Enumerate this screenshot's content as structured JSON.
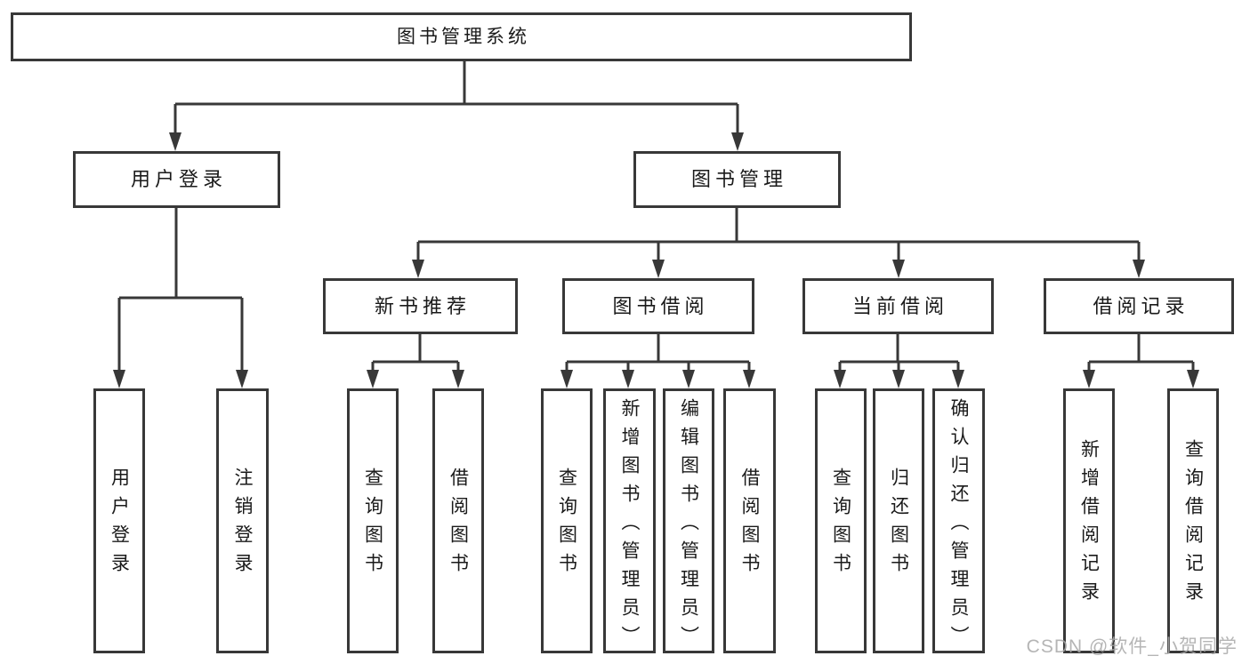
{
  "diagram_title": "图书管理系统",
  "tree": {
    "root": "图书管理系统",
    "children": [
      {
        "label": "用户登录",
        "children": [
          "用户登录",
          "注销登录"
        ]
      },
      {
        "label": "图书管理",
        "children": [
          {
            "label": "新书推荐",
            "children": [
              "查询图书",
              "借阅图书"
            ]
          },
          {
            "label": "图书借阅",
            "children": [
              "查询图书",
              "新增图书（管理员）",
              "编辑图书（管理员）",
              "借阅图书"
            ]
          },
          {
            "label": "当前借阅",
            "children": [
              "查询图书",
              "归还图书",
              "确认归还（管理员）"
            ]
          },
          {
            "label": "借阅记录",
            "children": [
              "新增借阅记录",
              "查询借阅记录"
            ]
          }
        ]
      }
    ]
  },
  "watermark": {
    "text": "CSDN @软件_小贺同学"
  },
  "colors": {
    "line": "#383838",
    "text": "#1a1a1a",
    "watermark": "#a9a9a9",
    "background": "#ffffff"
  }
}
